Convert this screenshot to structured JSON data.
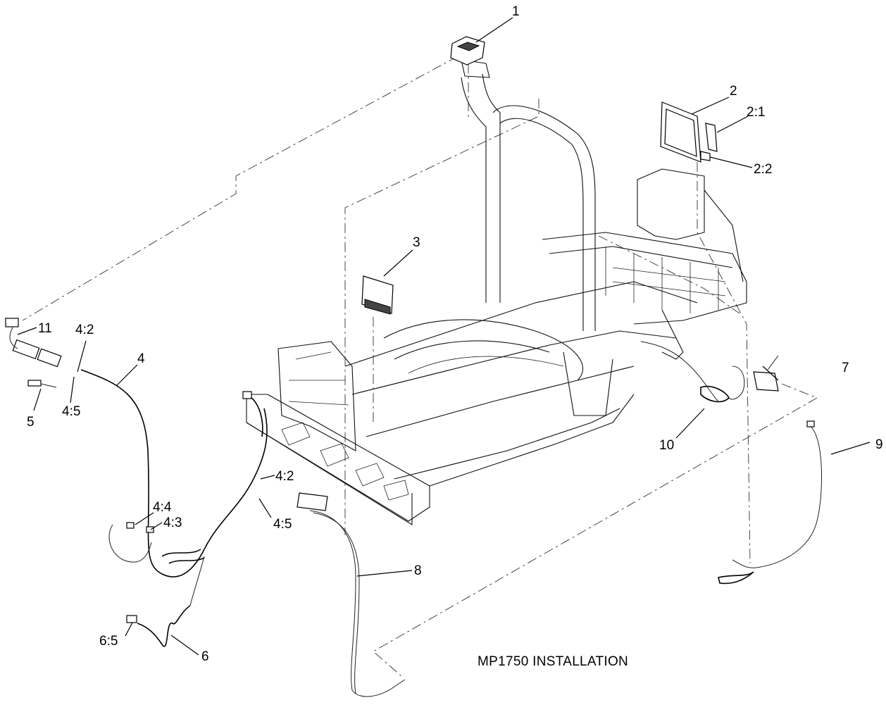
{
  "diagram": {
    "title": "MP1750 INSTALLATION",
    "callouts": [
      {
        "id": "c1",
        "label": "1"
      },
      {
        "id": "c2",
        "label": "2"
      },
      {
        "id": "c2-1",
        "label": "2:1"
      },
      {
        "id": "c2-2",
        "label": "2:2"
      },
      {
        "id": "c3",
        "label": "3"
      },
      {
        "id": "c4",
        "label": "4"
      },
      {
        "id": "c4-2a",
        "label": "4:2"
      },
      {
        "id": "c4-5a",
        "label": "4:5"
      },
      {
        "id": "c4-2b",
        "label": "4:2"
      },
      {
        "id": "c4-5b",
        "label": "4:5"
      },
      {
        "id": "c4-4",
        "label": "4:4"
      },
      {
        "id": "c4-3",
        "label": "4:3"
      },
      {
        "id": "c5",
        "label": "5"
      },
      {
        "id": "c6",
        "label": "6"
      },
      {
        "id": "c6-5",
        "label": "6:5"
      },
      {
        "id": "c7",
        "label": "7"
      },
      {
        "id": "c8",
        "label": "8"
      },
      {
        "id": "c9",
        "label": "9"
      },
      {
        "id": "c10",
        "label": "10"
      },
      {
        "id": "c11",
        "label": "11"
      }
    ]
  }
}
